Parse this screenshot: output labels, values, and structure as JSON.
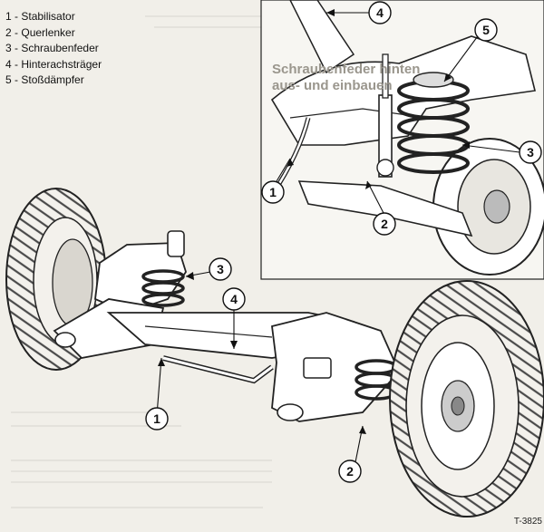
{
  "legend": [
    {
      "num": "1",
      "label": "Stabilisator"
    },
    {
      "num": "2",
      "label": "Querlenker"
    },
    {
      "num": "3",
      "label": "Schraubenfeder"
    },
    {
      "num": "4",
      "label": "Hinterachsträger"
    },
    {
      "num": "5",
      "label": "Stoßdämpfer"
    }
  ],
  "background_text": {
    "line1": "Schraubenfeder hinten",
    "line2": "aus- und einbauen"
  },
  "callouts": {
    "c1_detail": "1",
    "c2_detail": "2",
    "c3_detail": "3",
    "c4_detail": "4",
    "c5_detail": "5",
    "c1_main": "1",
    "c2_main": "2",
    "c3_main": "3",
    "c4_main": "4"
  },
  "figure_code": "T-3825"
}
